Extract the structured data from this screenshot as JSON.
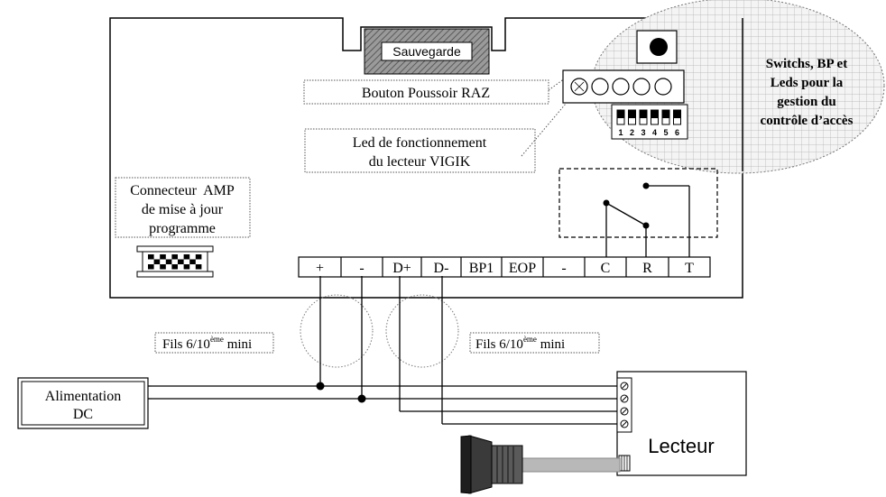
{
  "sauvegarde_label": "Sauvegarde",
  "bp_raz_label": "Bouton Poussoir RAZ",
  "led_label_line1": "Led de fonctionnement",
  "led_label_line2": "du lecteur VIGIK",
  "amp_label_line1": "Connecteur  AMP",
  "amp_label_line2": "de mise à jour",
  "amp_label_line3": "programme",
  "bubble_line1": "Switchs, BP et",
  "bubble_line2": "Leds pour la",
  "bubble_line3": "gestion du",
  "bubble_line4": "contrôle d’accès",
  "dip_numbers": [
    "1",
    "2",
    "3",
    "4",
    "5",
    "6"
  ],
  "terminals": [
    "+",
    "-",
    "D+",
    "D-",
    "BP1",
    "EOP",
    "-",
    "C",
    "R",
    "T"
  ],
  "wire_note_left": {
    "prefix": "Fils 6/10",
    "sup": "ème",
    "suffix": " mini"
  },
  "wire_note_right": {
    "prefix": "Fils 6/10",
    "sup": "ème",
    "suffix": " mini"
  },
  "power_label_line1": "Alimentation",
  "power_label_line2": "DC",
  "reader_label": "Lecteur"
}
